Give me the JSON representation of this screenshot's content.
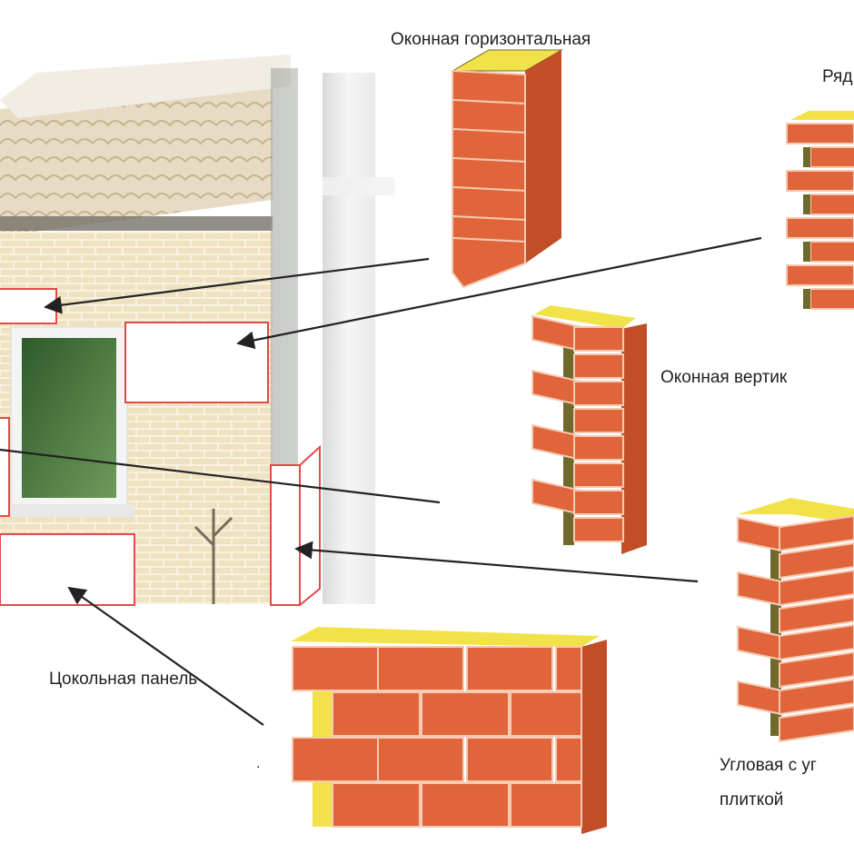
{
  "labels": {
    "window_horizontal": "Оконная горизонтальная",
    "row": "Ряд",
    "window_vertical": "Оконная вертик",
    "plinth_panel": "Цокольная панель",
    "corner_line1": "Угловая с уг",
    "corner_line2": "плиткой",
    "dot": "."
  },
  "colors": {
    "brick": "#e0653a",
    "brick_dark": "#c24e28",
    "mortar": "#f6c9b2",
    "insulation": "#f2e24a",
    "insulation_dark": "#6f6a2c",
    "facade_brick": "#efe2c0",
    "window_frame": "#f4f4f4",
    "roof": "#d9c9a6",
    "outline_red": "#e24a4a"
  }
}
